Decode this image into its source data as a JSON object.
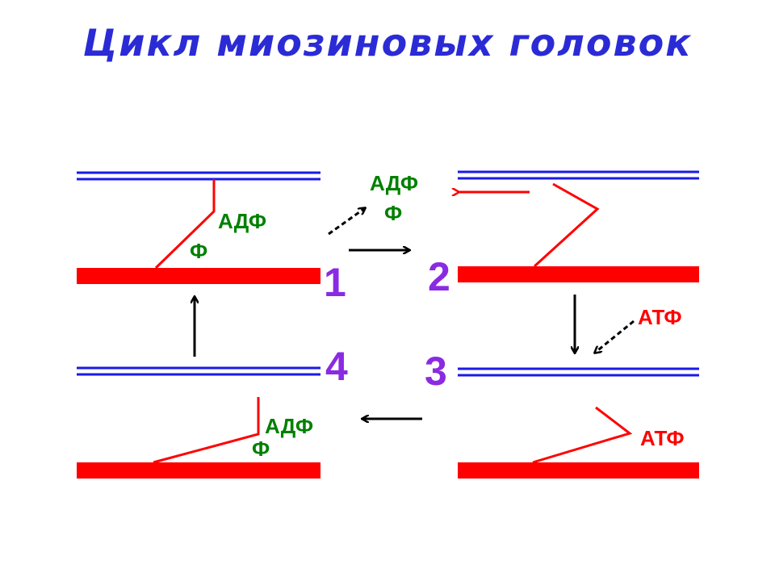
{
  "title": "Цикл миозиновых головок",
  "colors": {
    "actin": "#1a1ae6",
    "myosin": "#ff0000",
    "adp": "#008000",
    "atp": "#ff0000",
    "stage_number": "#8a2be2",
    "arrow": "#000000"
  },
  "stages": [
    {
      "number": "1",
      "labels": [
        "АДФ",
        "Ф"
      ]
    },
    {
      "number": "2",
      "labels": []
    },
    {
      "number": "3",
      "labels": [
        "АТФ"
      ]
    },
    {
      "number": "4",
      "labels": [
        "АДФ",
        "Ф"
      ]
    }
  ],
  "released": {
    "adp": "АДФ",
    "p": "Ф"
  },
  "incoming_atp": "АТФ"
}
